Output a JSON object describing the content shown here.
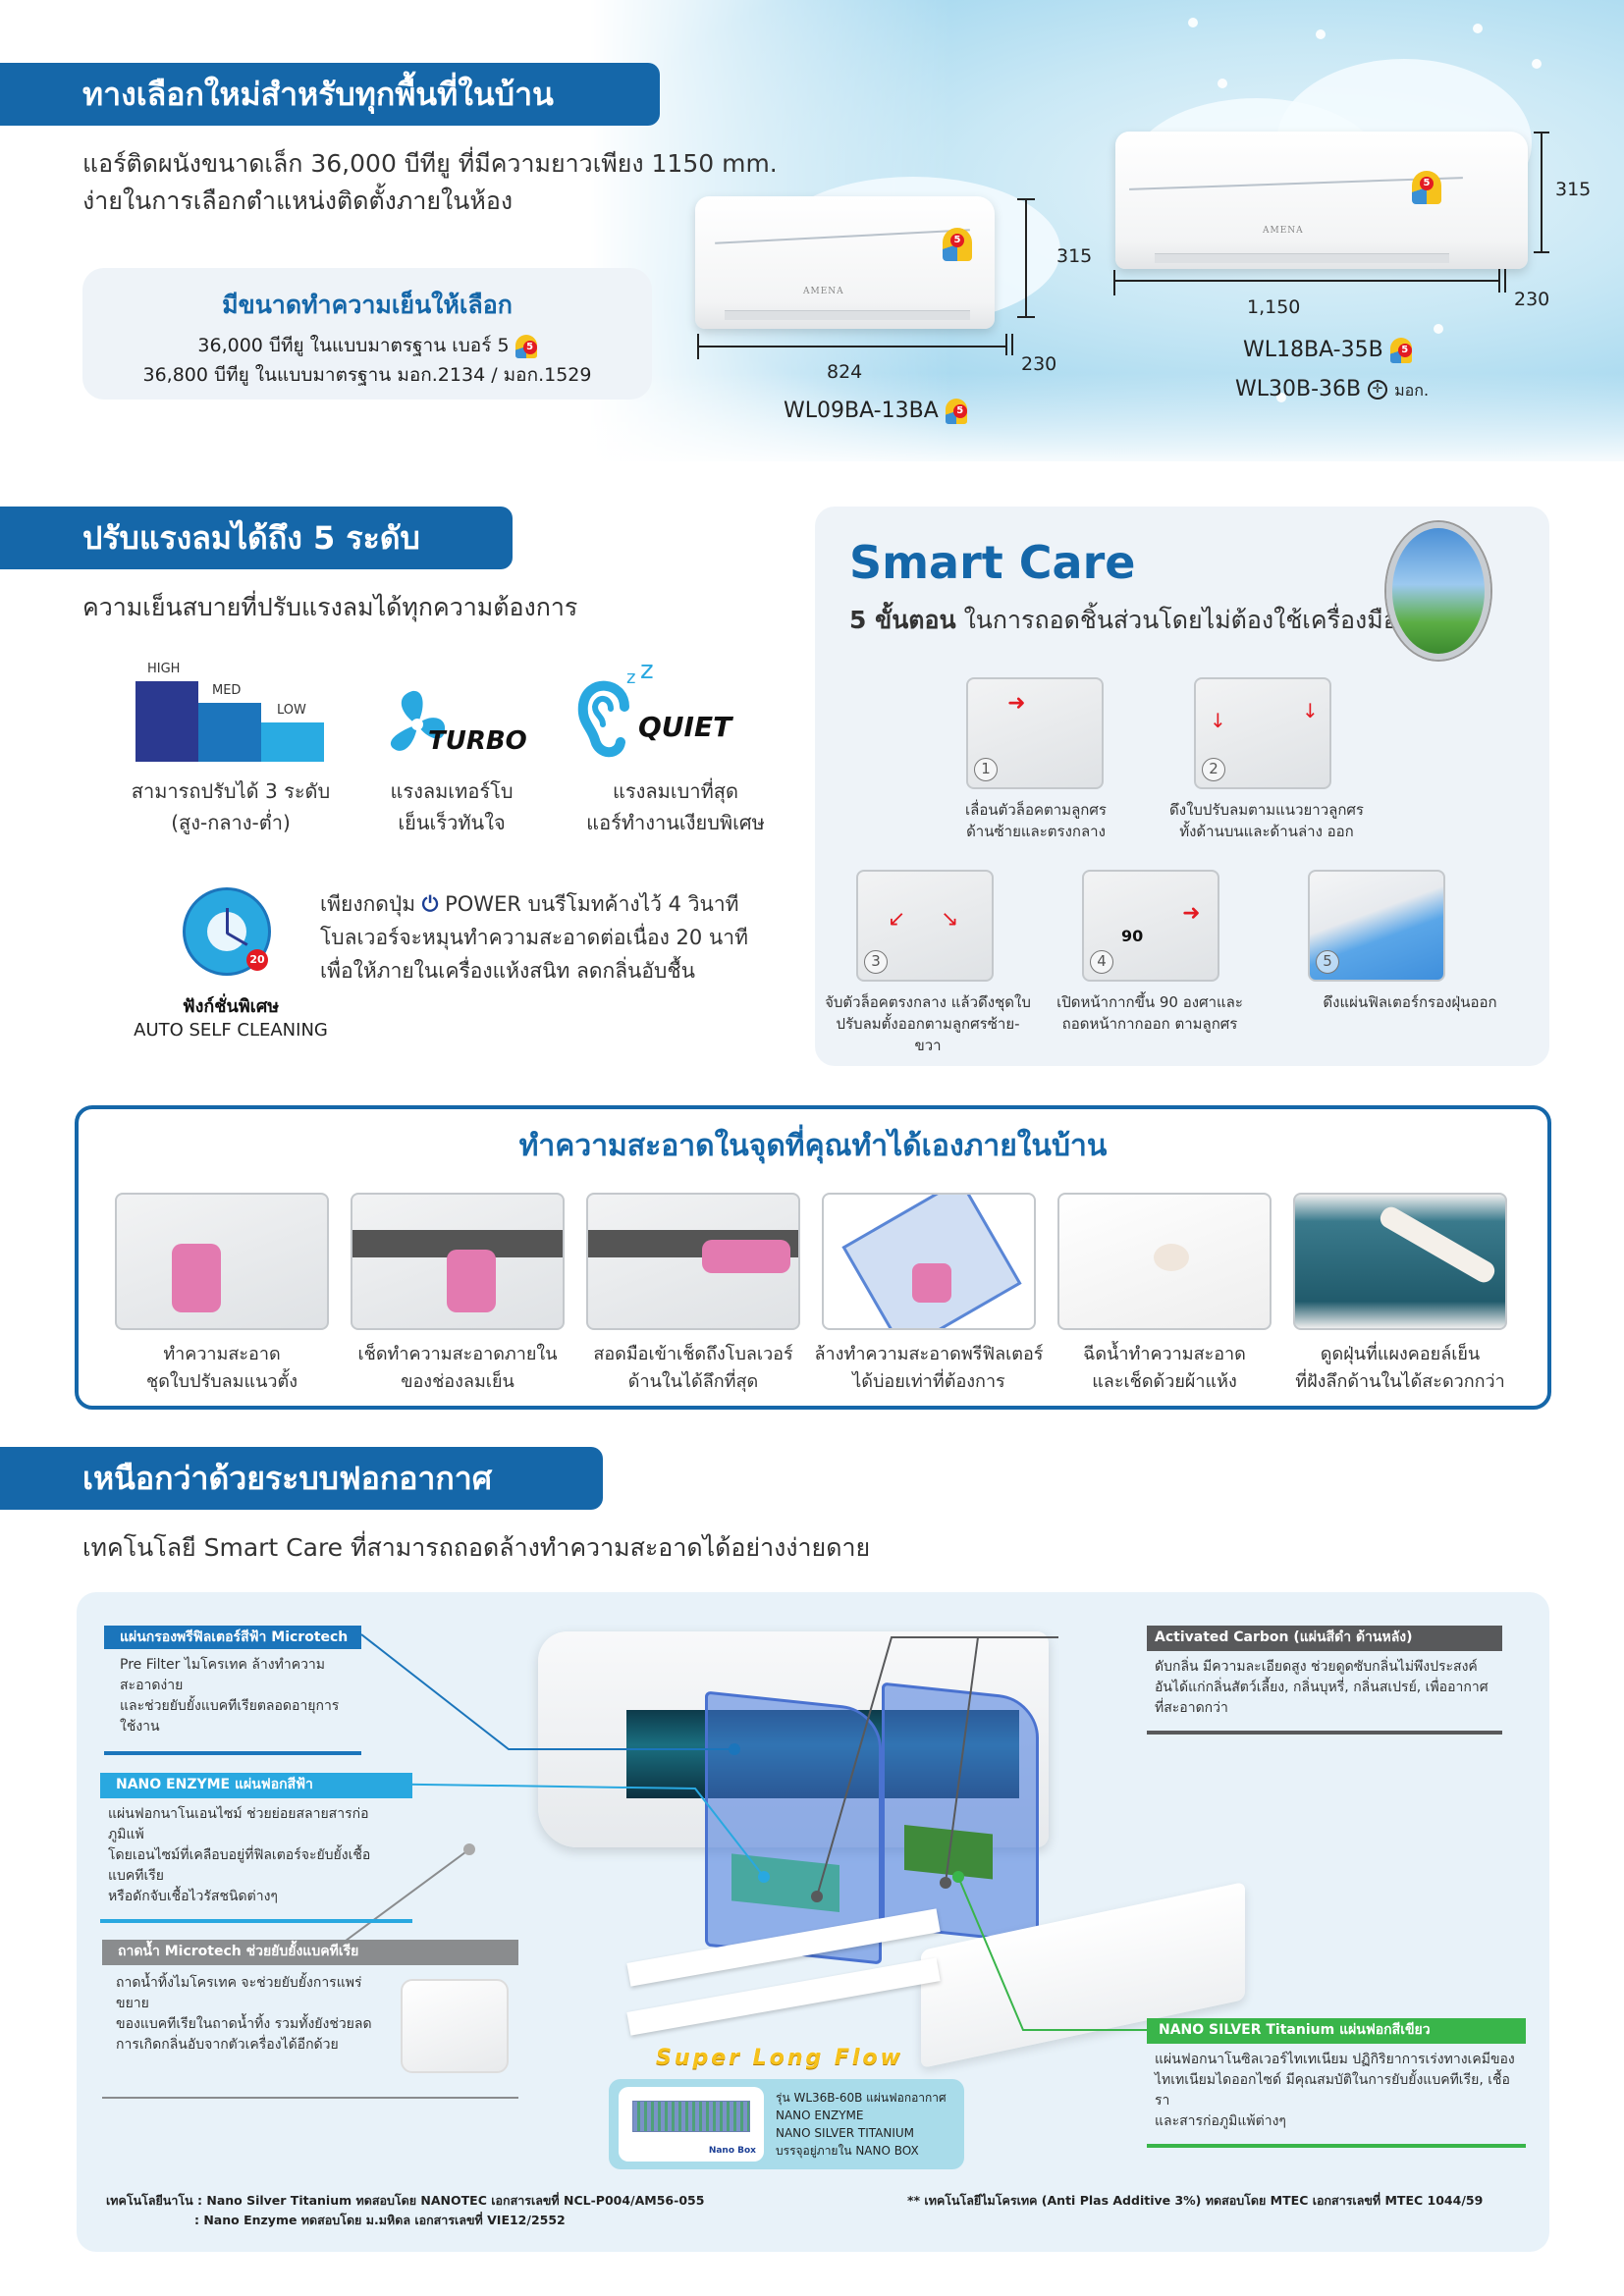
{
  "section1": {
    "heading": "ทางเลือกใหม่สำหรับทุกพื้นที่ในบ้าน",
    "lead_line1": "แอร์ติดผนังขนาดเล็ก 36,000 บีทียู ที่มีความยาวเพียง 1150 mm.",
    "lead_line2": "ง่ายในการเลือกตำแหน่งติดตั้งภายในห้อง",
    "capacity_box": {
      "title": "มีขนาดทำความเย็นให้เลือก",
      "line1": "36,000 บีทียู ในแบบมาตรฐาน เบอร์ 5",
      "line2": "36,800 บีทียู ในแบบมาตรฐาน มอก.2134 / มอก.1529"
    },
    "small_unit": {
      "brand": "AMENA",
      "height": "315",
      "width": "824",
      "depth": "230",
      "model": "WL09BA-13BA"
    },
    "large_unit": {
      "brand": "AMENA",
      "height": "315",
      "width": "1,150",
      "depth": "230",
      "model1": "WL18BA-35B",
      "model2": "WL30B-36B",
      "tis_mark": "มอก."
    }
  },
  "section2": {
    "heading": "ปรับแรงลมได้ถึง 5 ระดับ",
    "lead": "ความเย็นสบายที่ปรับแรงลมได้ทุกความต้องการ",
    "fan_levels": {
      "labels": [
        "HIGH",
        "MED",
        "LOW"
      ],
      "colors": [
        "#2b3990",
        "#1c75bc",
        "#29abe2"
      ],
      "caption1": "สามารถปรับได้ 3 ระดับ",
      "caption2": "(สูง-กลาง-ต่ำ)"
    },
    "turbo": {
      "logo": "TURBO",
      "caption1": "แรงลมเทอร์โบ",
      "caption2": "เย็นเร็วทันใจ"
    },
    "quiet": {
      "logo": "QUIET",
      "caption1": "แรงลมเบาที่สุด",
      "caption2": "แอร์ทำงานเงียบพิเศษ"
    },
    "self_clean": {
      "badge_number": "20",
      "title": "ฟังก์ชั่นพิเศษ",
      "subtitle": "AUTO SELF CLEANING",
      "line1_pre": "เพียงกดปุ่ม",
      "line1_post": "POWER บนรีโมทค้างไว้ 4 วินาที",
      "line2": "โบลเวอร์จะหมุนทำความสะอาดต่อเนื่อง 20 นาที",
      "line3": "เพื่อให้ภายในเครื่องแห้งสนิท ลดกลิ่นอับชื้น"
    }
  },
  "smart_care": {
    "title": "Smart Care",
    "subtitle_bold": "5 ขั้นตอน",
    "subtitle_rest": "ในการถอดชิ้นส่วนโดยไม่ต้องใช้เครื่องมือ",
    "steps": [
      {
        "num": "1",
        "line1": "เลื่อนตัวล็อคตามลูกศร",
        "line2": "ด้านซ้ายและตรงกลาง"
      },
      {
        "num": "2",
        "line1": "ดึงใบปรับลมตามแนวยาวลูกศร",
        "line2": "ทั้งด้านบนและด้านล่าง ออก"
      },
      {
        "num": "3",
        "line1": "จับตัวล็อคตรงกลาง แล้วดึงชุดใบ",
        "line2": "ปรับลมตั้งออกตามลูกศรซ้าย-ขวา"
      },
      {
        "num": "4",
        "line1": "เปิดหน้ากากขึ้น 90 องศาและ",
        "line2": "ถอดหน้ากากออก ตามลูกศร",
        "angle": "90"
      },
      {
        "num": "5",
        "line1": "ดึงแผ่นฟิลเตอร์กรองฝุ่นออก",
        "line2": ""
      }
    ]
  },
  "cleaning": {
    "heading": "ทำความสะอาดในจุดที่คุณทำได้เองภายในบ้าน",
    "items": [
      {
        "line1": "ทำความสะอาด",
        "line2": "ชุดใบปรับลมแนวตั้ง"
      },
      {
        "line1": "เช็ดทำความสะอาดภายใน",
        "line2": "ของช่องลมเย็น"
      },
      {
        "line1": "สอดมือเข้าเช็ดถึงโบลเวอร์",
        "line2": "ด้านในได้ลึกที่สุด"
      },
      {
        "line1": "ล้างทำความสะอาดพรีฟิลเตอร์",
        "line2": "ได้บ่อยเท่าที่ต้องการ"
      },
      {
        "line1": "ฉีดน้ำทำความสะอาด",
        "line2": "และเช็ดด้วยผ้าแห้ง"
      },
      {
        "line1": "ดูดฝุ่นที่แผงคอยล์เย็น",
        "line2": "ที่ฝังลึกด้านในได้สะดวกกว่า"
      }
    ]
  },
  "section4": {
    "heading": "เหนือกว่าด้วยระบบฟอกอากาศ",
    "lead": "เทคโนโลยี Smart Care ที่สามารถถอดล้างทำความสะอาดได้อย่างง่ายดาย",
    "callouts": {
      "microtech_filter": {
        "title": "แผ่นกรองพรีฟิลเตอร์สีฟ้า Microtech",
        "body": [
          "Pre Filter ไมโครเทค ล้างทำความสะอาดง่าย",
          "และช่วยยับยั้งแบคทีเรียตลอดอายุการใช้งาน"
        ],
        "color": "#1b75bb"
      },
      "nano_enzyme": {
        "title": "NANO ENZYME แผ่นฟอกสีฟ้า",
        "body": [
          "แผ่นฟอกนาโนเอนไซม์ ช่วยย่อยสลายสารก่อภูมิแพ้",
          "โดยเอนไซม์ที่เคลือบอยู่ที่ฟิลเตอร์จะยับยั้งเชื้อแบคทีเรีย",
          "หรือดักจับเชื้อไวรัสชนิดต่างๆ"
        ],
        "color": "#29a8e0"
      },
      "drain_pan": {
        "title": "ถาดน้ำ Microtech ช่วยยับยั้งแบคทีเรีย",
        "body": [
          "ถาดน้ำทิ้งไมโครเทค จะช่วยยับยั้งการแพร่ขยาย",
          "ของแบคทีเรียในถาดน้ำทิ้ง รวมทั้งยังช่วยลด",
          "การเกิดกลิ่นอับจากตัวเครื่องได้อีกด้วย"
        ],
        "color": "#8a8c8e"
      },
      "activated_carbon": {
        "title": "Activated Carbon (แผ่นสีดำ ด้านหลัง)",
        "body": [
          "ดับกลิ่น มีความละเอียดสูง ช่วยดูดซับกลิ่นไม่พึงประสงค์",
          "อันได้แก่กลิ่นสัตว์เลี้ยง, กลิ่นบุหรี่, กลิ่นสเปรย์, เพื่ออากาศ",
          "ที่สะอาดกว่า"
        ],
        "color": "#58595b"
      },
      "nano_silver": {
        "title": "NANO SILVER Titanium แผ่นฟอกสีเขียว",
        "body": [
          "แผ่นฟอกนาโนซิลเวอร์ไทเทเนียม ปฏิกิริยาการเร่งทางเคมีของ",
          "ไทเทเนียมไดออกไซด์ มีคุณสมบัติในการยับยั้งแบคทีเรีย, เชื้อรา",
          "และสารก่อภูมิแพ้ต่างๆ"
        ],
        "color": "#39b54a"
      }
    },
    "super_long_flow": {
      "title": "Super Long Flow",
      "nano_box_label": "Nano Box",
      "lines": [
        "รุ่น WL36B-60B แผ่นฟอกอากาศ",
        "NANO ENZYME",
        "NANO SILVER TITANIUM",
        "บรรจุอยู่ภายใน NANO BOX"
      ]
    },
    "footnotes": {
      "left_line1": "เทคโนโลยีนาโน : Nano Silver Titanium ทดสอบโดย NANOTEC เอกสารเลขที่ NCL-P004/AM56-055",
      "left_line2": ": Nano Enzyme ทดสอบโดย ม.มหิดล เอกสารเลขที่ VIE12/2552",
      "right": "** เทคโนโลยีไมโครเทค (Anti Plas Additive 3%) ทดสอบโดย MTEC เอกสารเลขที่ MTEC 1044/59"
    }
  },
  "colors": {
    "primary_blue": "#1567a9",
    "light_panel": "#eef3f8",
    "purifier_panel": "#e8f2f9"
  }
}
